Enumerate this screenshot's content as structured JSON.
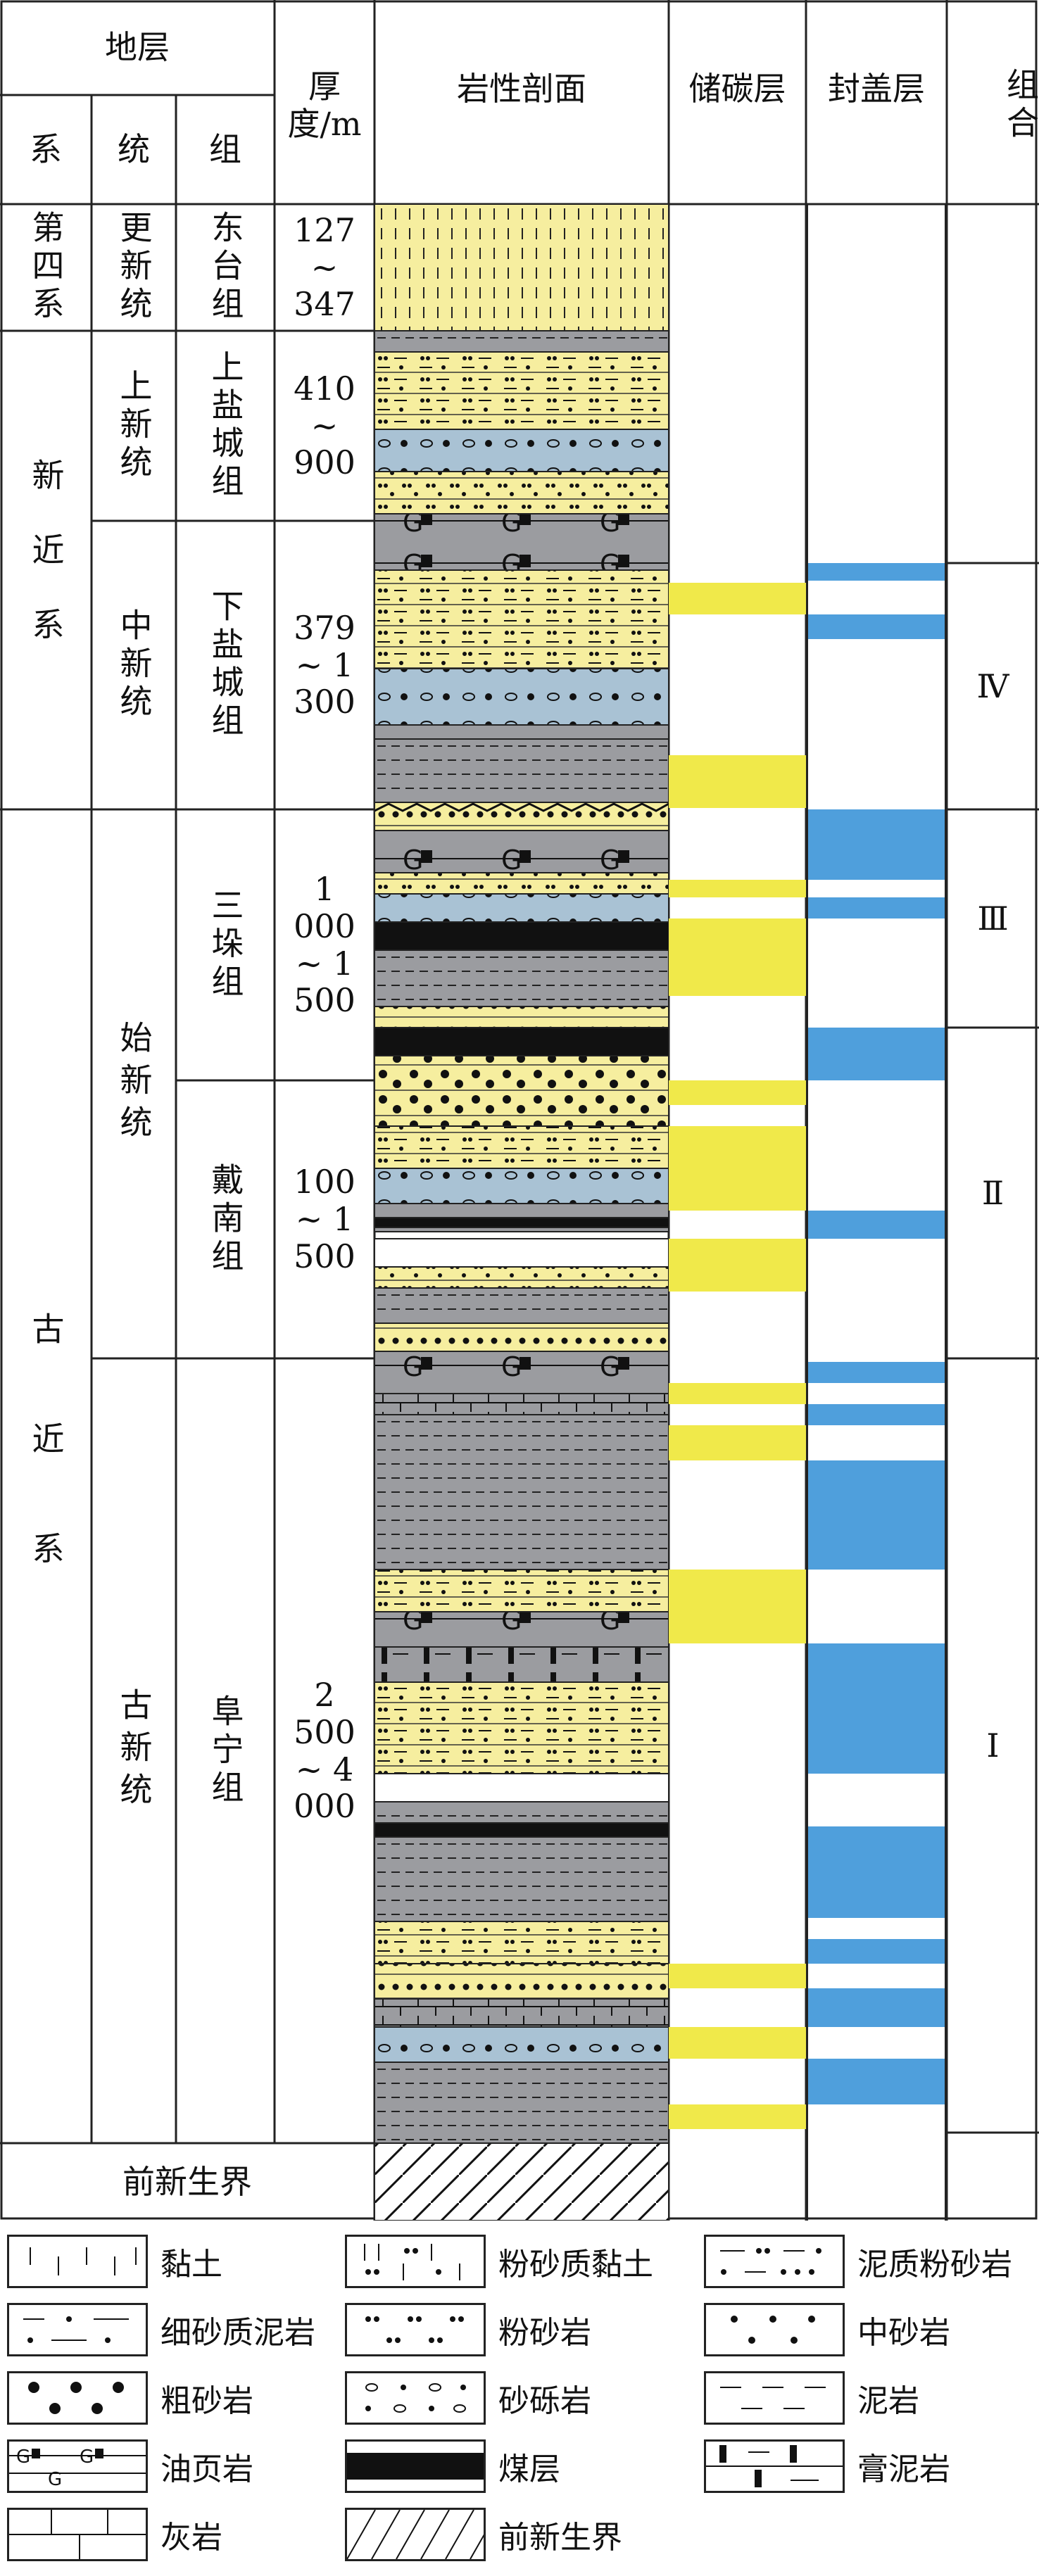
{
  "headers": {
    "strata": "地层",
    "system": "系",
    "series": "统",
    "formation": "组",
    "thickness": "厚度/m",
    "lithology": "岩性剖面",
    "reservoir": "储碳层",
    "caprock": "封盖层",
    "assemblage": "组合"
  },
  "systems": [
    {
      "name": "第四系"
    },
    {
      "name": "新近系"
    },
    {
      "name": "古近系"
    }
  ],
  "series": [
    {
      "name": "更新统"
    },
    {
      "name": "上新统"
    },
    {
      "name": "中新统"
    },
    {
      "name": "始新统"
    },
    {
      "name": "古新统"
    }
  ],
  "formations": [
    {
      "name": "东台组",
      "thickness": "127 ~ 347"
    },
    {
      "name": "上盐城组",
      "thickness": "410 ~ 900"
    },
    {
      "name": "下盐城组",
      "thickness": "379 ~ 1 300"
    },
    {
      "name": "三垛组",
      "thickness": "1 000 ~ 1 500"
    },
    {
      "name": "戴南组",
      "thickness": "100 ~ 1 500"
    },
    {
      "name": "阜宁组",
      "thickness": "2 500 ~ 4 000"
    }
  ],
  "basement": "前新生界",
  "assemblages": [
    "Ⅳ",
    "Ⅲ",
    "Ⅱ",
    "Ⅰ"
  ],
  "legend": [
    {
      "key": "clay",
      "label": "黏土"
    },
    {
      "key": "silty-clay",
      "label": "粉砂质黏土"
    },
    {
      "key": "muddy-siltstone",
      "label": "泥质粉砂岩"
    },
    {
      "key": "fine-sandy-mudstone",
      "label": "细砂质泥岩"
    },
    {
      "key": "siltstone",
      "label": "粉砂岩"
    },
    {
      "key": "medium-sandstone",
      "label": "中砂岩"
    },
    {
      "key": "coarse-sandstone",
      "label": "粗砂岩"
    },
    {
      "key": "glutenite",
      "label": "砂砾岩"
    },
    {
      "key": "mudstone",
      "label": "泥岩"
    },
    {
      "key": "oil-shale",
      "label": "油页岩"
    },
    {
      "key": "coal",
      "label": "煤层"
    },
    {
      "key": "gypsum-mudstone",
      "label": "膏泥岩"
    },
    {
      "key": "limestone",
      "label": "灰岩"
    },
    {
      "key": "pre-cenozoic",
      "label": "前新生界"
    }
  ]
}
